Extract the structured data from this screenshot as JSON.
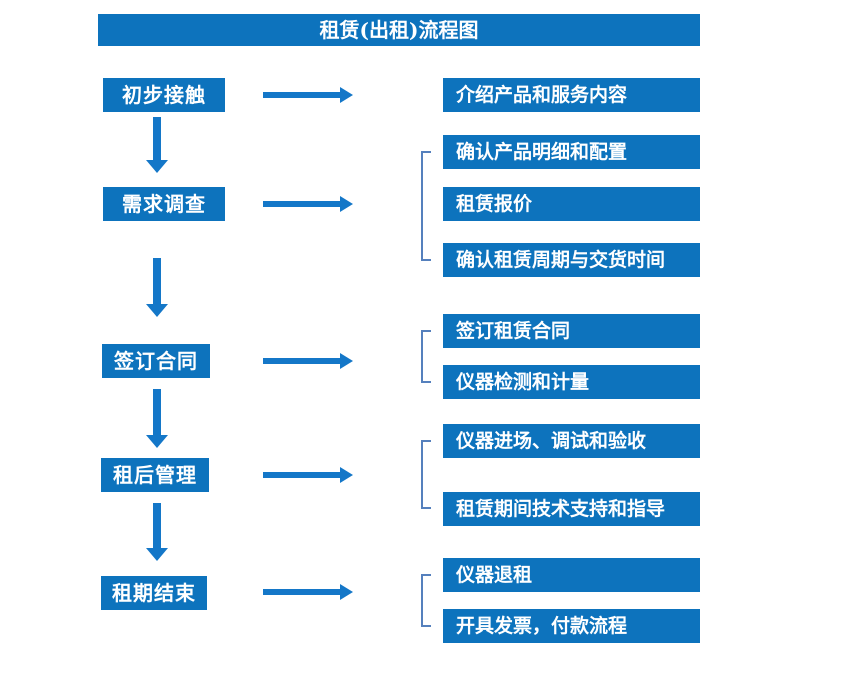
{
  "title": "租赁(出租)流程图",
  "colors": {
    "box_blue": "#0d73bd",
    "arrow_blue": "#1477c8",
    "bracket_blue": "#5580bd",
    "text_white": "#ffffff"
  },
  "stages": [
    {
      "label": "初步接触",
      "details": [
        "介绍产品和服务内容"
      ]
    },
    {
      "label": "需求调查",
      "details": [
        "确认产品明细和配置",
        "租赁报价",
        "确认租赁周期与交货时间"
      ]
    },
    {
      "label": "签订合同",
      "details": [
        "签订租赁合同",
        "仪器检测和计量"
      ]
    },
    {
      "label": "租后管理",
      "details": [
        "仪器进场、调试和验收",
        "租赁期间技术支持和指导"
      ]
    },
    {
      "label": "租期结束",
      "details": [
        "仪器退租",
        "开具发票，付款流程"
      ]
    }
  ]
}
